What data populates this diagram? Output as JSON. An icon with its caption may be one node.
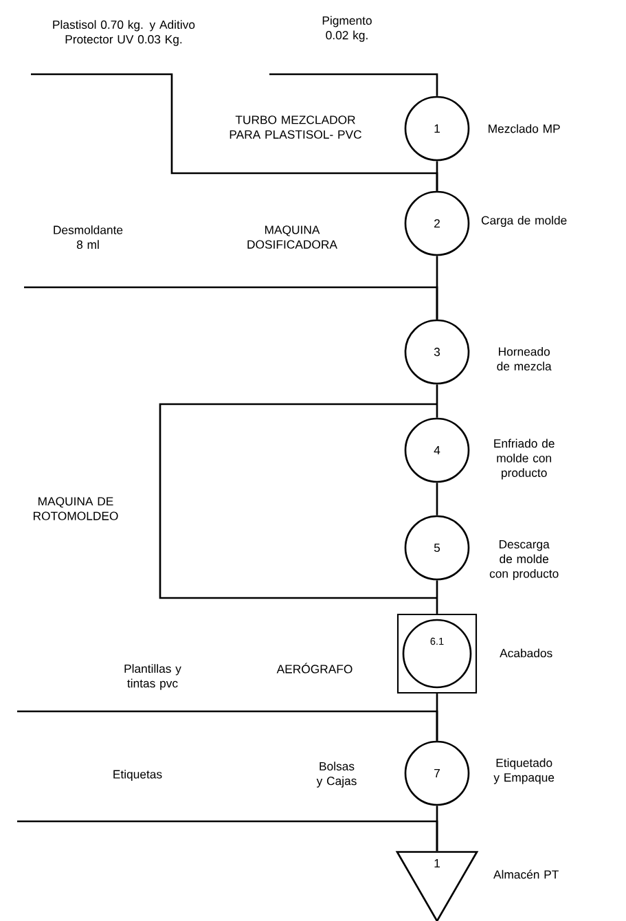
{
  "diagram": {
    "nodes": [
      {
        "text": [
          "1"
        ],
        "beside": [
          "Mezclado MP"
        ]
      },
      {
        "text": [
          "2"
        ],
        "beside": [
          "Carga de molde"
        ]
      },
      {
        "text": [
          "3"
        ],
        "beside": [
          "Horneado de mezcla"
        ]
      },
      {
        "text": [
          "4"
        ],
        "beside": [
          "Enfriado de molde con producto"
        ]
      },
      {
        "text": [
          "5"
        ],
        "beside": [
          "Descarga de molde con producto"
        ]
      },
      {
        "text": [
          "6.1"
        ],
        "beside": [
          "Acabados"
        ]
      },
      {
        "text": [
          "7"
        ],
        "beside": [
          "Etiquetado y Empaque"
        ]
      },
      {
        "text": [
          "1"
        ],
        "beside": [
          "Almacén PT"
        ]
      }
    ],
    "edges": [
      {
        "from": null,
        "to": 0,
        "arrow": "none"
      },
      {
        "from": null,
        "to": 1,
        "arrow": "none"
      },
      {
        "from": 0,
        "to": 1,
        "arrow": "none"
      },
      {
        "from": null,
        "to": 2,
        "arrow": "none"
      },
      {
        "from": 1,
        "to": 2,
        "arrow": "none"
      },
      {
        "from": 2,
        "to": 3,
        "arrow": "none"
      },
      {
        "from": 3,
        "to": 4,
        "arrow": "none"
      },
      {
        "from": 4,
        "to": 5,
        "arrow": "none"
      },
      {
        "from": null,
        "to": 6,
        "arrow": "none"
      },
      {
        "from": 5,
        "to": 6,
        "arrow": "none"
      },
      {
        "from": null,
        "to": 7,
        "arrow": "none"
      },
      {
        "from": 6,
        "to": 7,
        "arrow": "none"
      }
    ],
    "labels": [
      "Plastisol 0.70 kg. y Aditivo Protector UV 0.03 Kg.",
      "Pigmento 0.02 kg.",
      "TURBO MEZCLADOR PARA PLASTISOL- PVC",
      "Desmoldante 8 ml",
      "MAQUINA DOSIFICADORA",
      "MAQUINA DE ROTOMOLDEO",
      "Plantillas y tintas pvc",
      "AERÓGRAFO",
      "Etiquetas",
      "Bolsas y Cajas"
    ]
  }
}
